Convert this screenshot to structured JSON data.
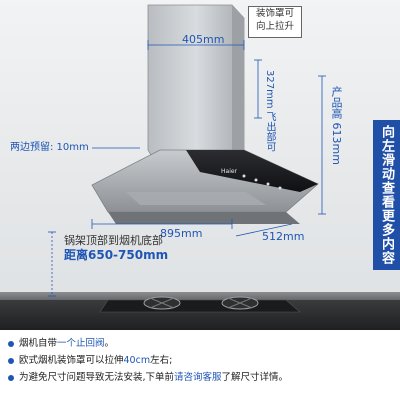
{
  "dimensions": {
    "width_top": "405mm",
    "chimney_height": "327mm",
    "chimney_height_note": "飞出部可",
    "total_height_note": "产品高",
    "total_height": "613mm",
    "side_gap": "两边预留: 10mm",
    "width_bottom": "895mm",
    "depth": "512mm"
  },
  "cover_note": [
    "装饰罩可",
    "向上拉升"
  ],
  "brand_mark": "Haier",
  "side_banner": "向左滑动查看更多内容",
  "distance": {
    "line1": "锅架顶部到烟机底部",
    "line2": "距离650-750mm"
  },
  "bullets": [
    {
      "pre": "烟机自带",
      "hl": "一个止回阀",
      "post": "。"
    },
    {
      "pre": "欧式烟机装饰罩可以拉伸",
      "hl": "40cm",
      "post": "左右;"
    },
    {
      "pre": "为避免尺寸问题导致无法安装,下单前",
      "hl": "请咨询客服",
      "post": "了解尺寸详情。"
    }
  ],
  "colors": {
    "accent": "#1f56b5",
    "banner": "#1f4fa6"
  }
}
